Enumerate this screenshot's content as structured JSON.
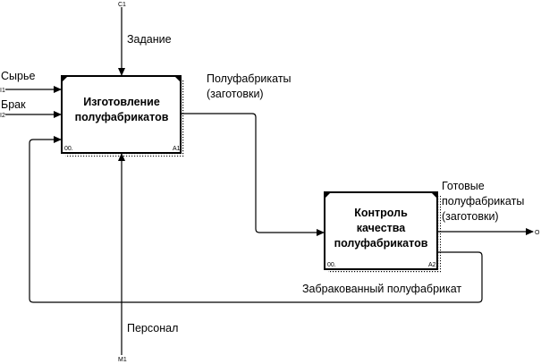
{
  "diagram": {
    "blocks": [
      {
        "title_lines": [
          "Изготовление",
          "полуфабрикатов"
        ],
        "node_number": "A1"
      },
      {
        "title_lines": [
          "Контроль",
          "качества",
          "полуфабрикатов"
        ],
        "node_number": "A2"
      }
    ],
    "arrows": {
      "control_task": {
        "label": "Задание",
        "tunnel_code": "C1"
      },
      "input_raw": {
        "label": "Сырье",
        "tunnel_code": "I1"
      },
      "input_defect": {
        "label": "Брак",
        "tunnel_code": "I2"
      },
      "semi_finished": {
        "label_lines": [
          "Полуфабрикаты",
          "(заготовки)"
        ]
      },
      "output_finished": {
        "label_lines": [
          "Готовые",
          "полуфабрикаты",
          "(заготовки)"
        ],
        "tunnel_code": "O"
      },
      "rejected": {
        "label": "Забракованный полуфабрикат"
      },
      "mechanism_staff": {
        "label": "Персонал",
        "tunnel_code": "M1"
      }
    }
  }
}
